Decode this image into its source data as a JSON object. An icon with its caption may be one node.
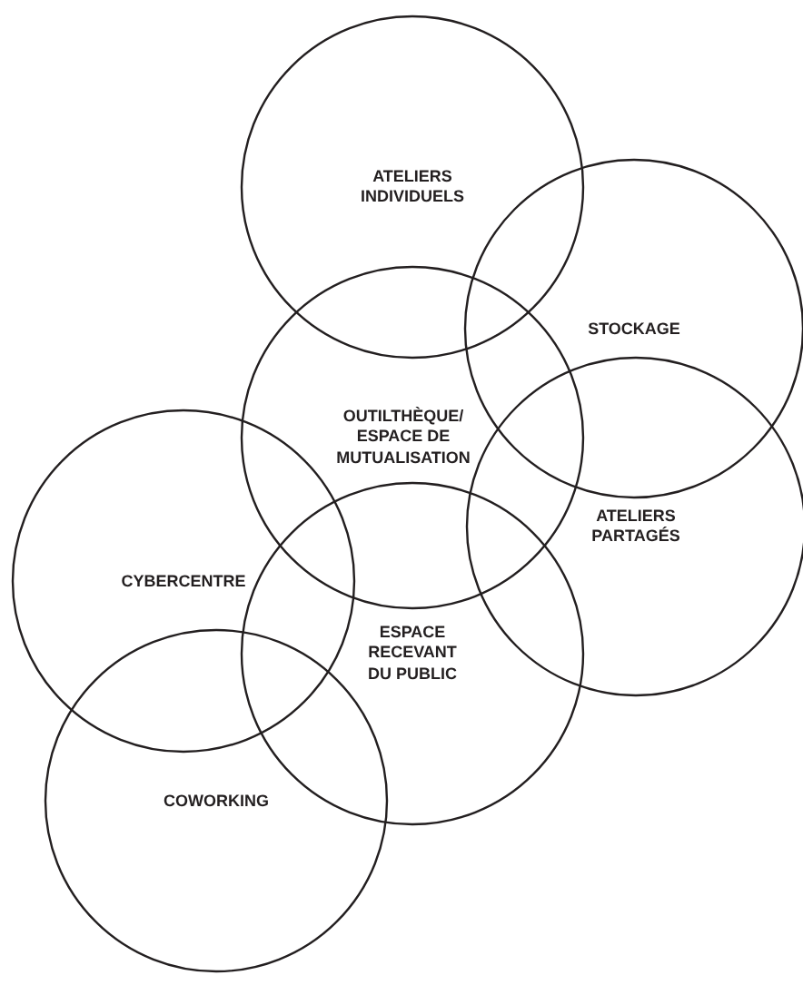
{
  "diagram": {
    "nodes": [
      {
        "text": [
          "ATELIERS INDIVIDUELS"
        ]
      },
      {
        "text": [
          "STOCKAGE"
        ]
      },
      {
        "text": [
          "OUTILTHÈQUE/ ESPACE DE MUTUALISATION"
        ]
      },
      {
        "text": [
          "ATELIERS PARTAGÉS"
        ]
      },
      {
        "text": [
          "CYBERCENTRE"
        ]
      },
      {
        "text": [
          "ESPACE RECEVANT DU PUBLIC"
        ]
      },
      {
        "text": [
          "COWORKING"
        ]
      }
    ]
  }
}
